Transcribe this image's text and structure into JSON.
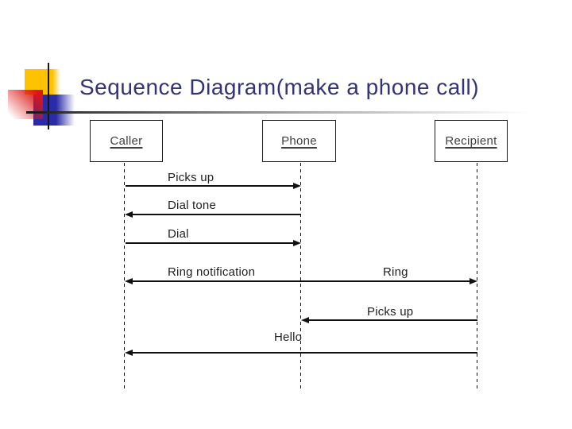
{
  "slide": {
    "title": "Sequence Diagram(make a phone call)"
  },
  "actors": [
    {
      "name": "Caller"
    },
    {
      "name": "Phone"
    },
    {
      "name": "Recipient"
    }
  ],
  "messages": [
    {
      "label": "Picks up",
      "from": "Caller",
      "to": "Phone"
    },
    {
      "label": "Dial tone",
      "from": "Phone",
      "to": "Caller"
    },
    {
      "label": "Dial",
      "from": "Caller",
      "to": "Phone"
    },
    {
      "label": "Ring notification",
      "from": "Phone",
      "to": "Caller"
    },
    {
      "label": "Ring",
      "from": "Phone",
      "to": "Recipient"
    },
    {
      "label": "Picks up",
      "from": "Recipient",
      "to": "Phone"
    },
    {
      "label": "Hello",
      "from": "Recipient",
      "to": "Caller"
    }
  ],
  "colors": {
    "title": "#333377",
    "line": "#111111",
    "actor_text": "#3f3f3f",
    "message_text": "#1f1f1f",
    "decoration_yellow": "#ffc200",
    "decoration_red": "#dd1515",
    "decoration_blue": "#2b2ba8"
  }
}
